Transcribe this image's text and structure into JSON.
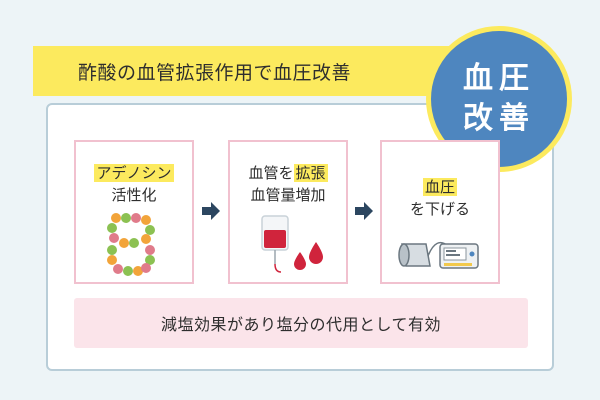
{
  "banner": {
    "title": "酢酸の血管拡張作用で血圧改善"
  },
  "badge": {
    "line1": "血圧",
    "line2": "改善"
  },
  "steps": [
    {
      "highlight": "アデノシン",
      "rest": "",
      "line2": "活性化",
      "icon": "adenosine-molecule-icon"
    },
    {
      "pre": "血管を",
      "highlight": "拡張",
      "line2": "血管量増加",
      "icon": "blood-bag-icon"
    },
    {
      "highlight": "血圧",
      "rest": "",
      "line2": "を下げる",
      "icon": "blood-pressure-monitor-icon"
    }
  ],
  "note": "減塩効果があり塩分の代用として有効",
  "colors": {
    "banner": "#fcea5e",
    "badge": "#4e86bf",
    "card_border": "#f1c1cf",
    "note_bg": "#fbe4ea",
    "arrow": "#2c4660",
    "blood": "#d0243c"
  }
}
